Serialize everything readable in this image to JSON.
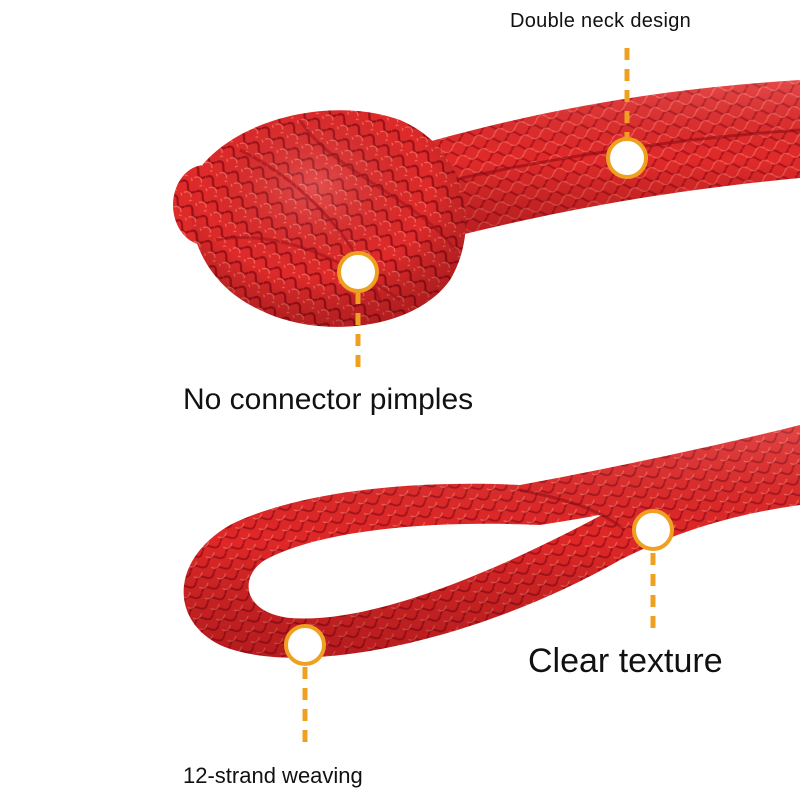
{
  "callouts": {
    "double_neck": "Double neck design",
    "no_connector": "No connector pimples",
    "clear_texture": "Clear texture",
    "strand_weaving": "12-strand weaving"
  },
  "colors": {
    "rope_red": "#e12a2a",
    "rope_shadow": "#a8121a",
    "rope_highlight": "#ff6a5e",
    "callout_orange": "#f0a020",
    "dot_fill": "#ffffff",
    "text": "#111111",
    "background": "#ffffff"
  }
}
